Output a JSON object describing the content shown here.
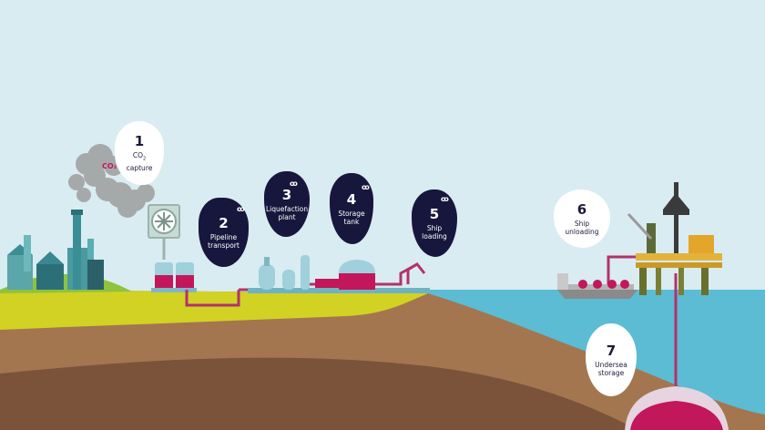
{
  "steps": [
    {
      "number": "1",
      "label_main": "CO",
      "label_sub": "2",
      "label_rest": "capture"
    },
    {
      "number": "2",
      "label": "Pipeline transport"
    },
    {
      "number": "3",
      "label": "Liquefaction plant"
    },
    {
      "number": "4",
      "label": "Storage tank"
    },
    {
      "number": "5",
      "label": "Ship loading"
    },
    {
      "number": "6",
      "label": "Ship unloading"
    },
    {
      "number": "7",
      "label": "Undersea storage"
    }
  ],
  "icons": {
    "co2_glyph": "CO₂",
    "bubble_glyph": "ꝏ"
  },
  "colors": {
    "sky": "#d9ecf1",
    "sea": "#5bbcd4",
    "ground_dark": "#6e4a34",
    "ground_mid": "#a3764f",
    "grass": "#d4d428",
    "pipe": "#b2326c",
    "navy_blob": "#17163d",
    "magenta": "#c2175b",
    "tank_blue": "#9fd0dc"
  }
}
